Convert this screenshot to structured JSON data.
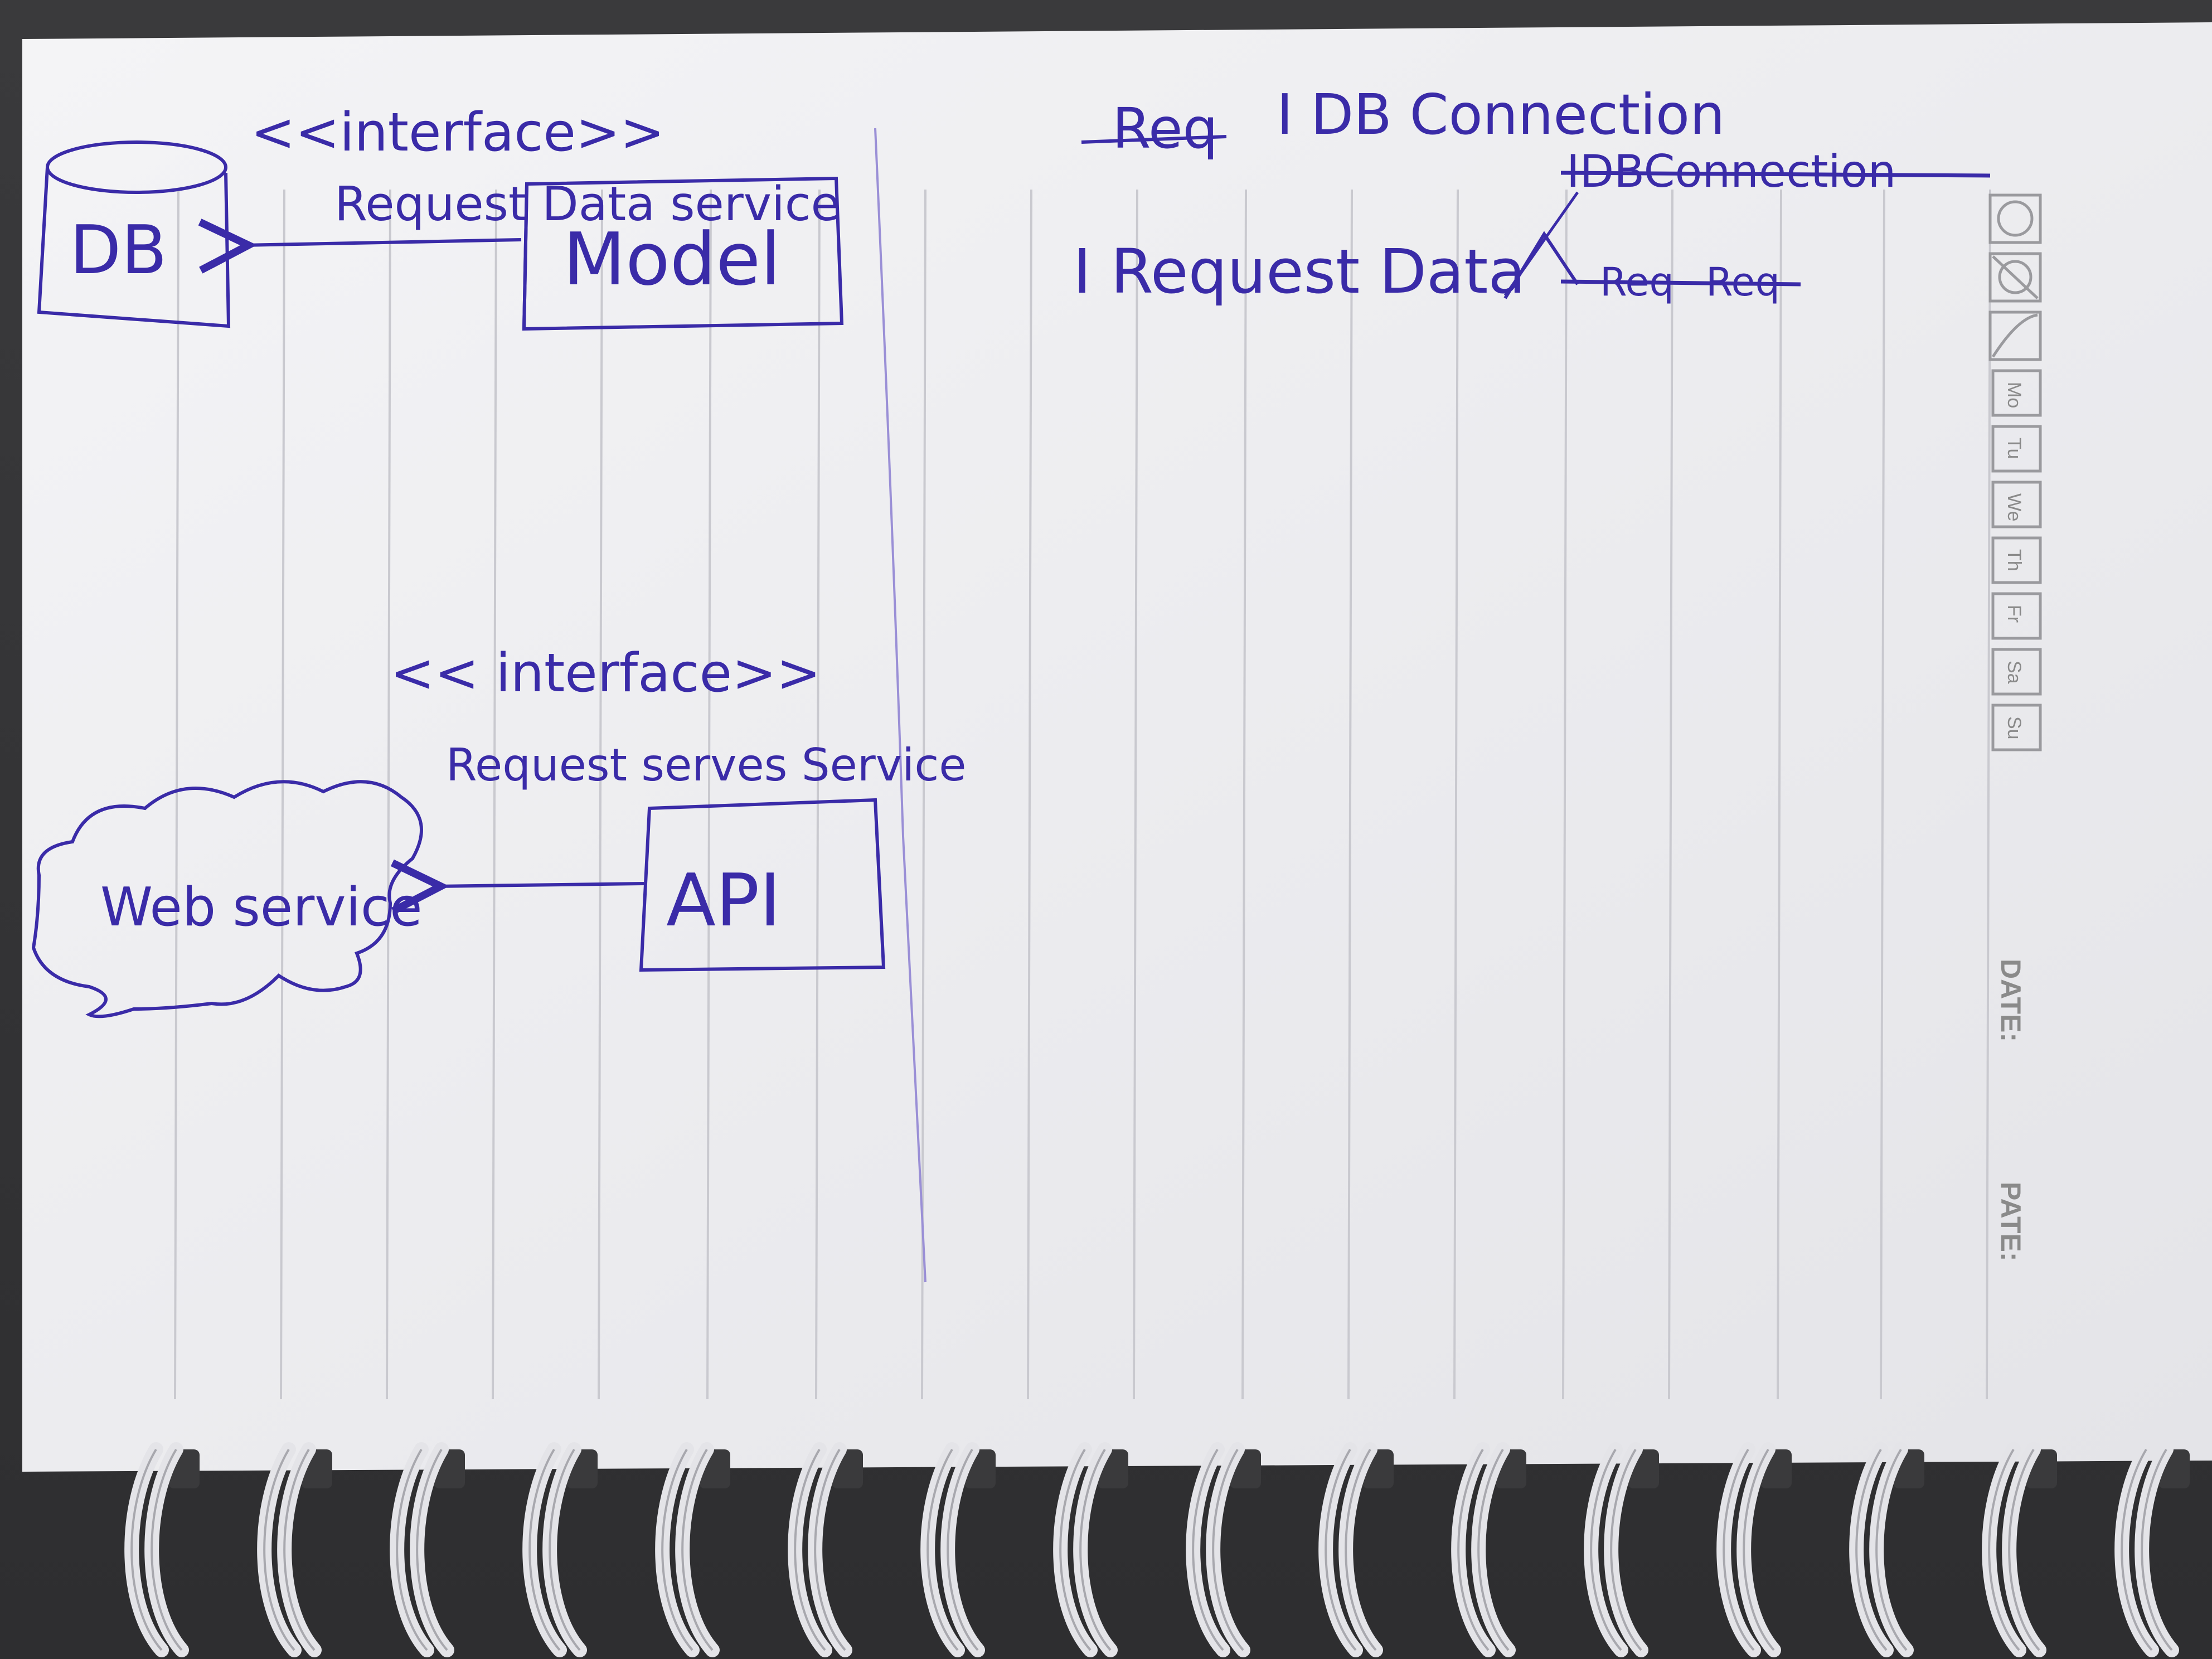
{
  "colors": {
    "ink": "#3a2ba8",
    "paper": "#f2f2f4",
    "rule": "#c9c9cf",
    "print": "#8a8a8a"
  },
  "top_diagram": {
    "db_label": "DB",
    "model_label": "Model",
    "stereotype": "<<interface>>",
    "arrow_label": "Request Data service"
  },
  "bottom_diagram": {
    "cloud_label": "Web service",
    "api_label": "API",
    "stereotype": "<< interface>>",
    "arrow_label": "Request serves Service"
  },
  "notes": {
    "line1_struck": "Req",
    "line1": "I DB Connection",
    "line2_struck": "IDBConnection",
    "line3": "I Request Data",
    "line3_struck_a": "Req",
    "line3_struck_b": "Req"
  },
  "sidebar": {
    "days": [
      "Mo",
      "Tu",
      "We",
      "Th",
      "Fr",
      "Sa",
      "Su"
    ],
    "date_label_1": "DATE:",
    "date_label_2": "PATE:"
  }
}
